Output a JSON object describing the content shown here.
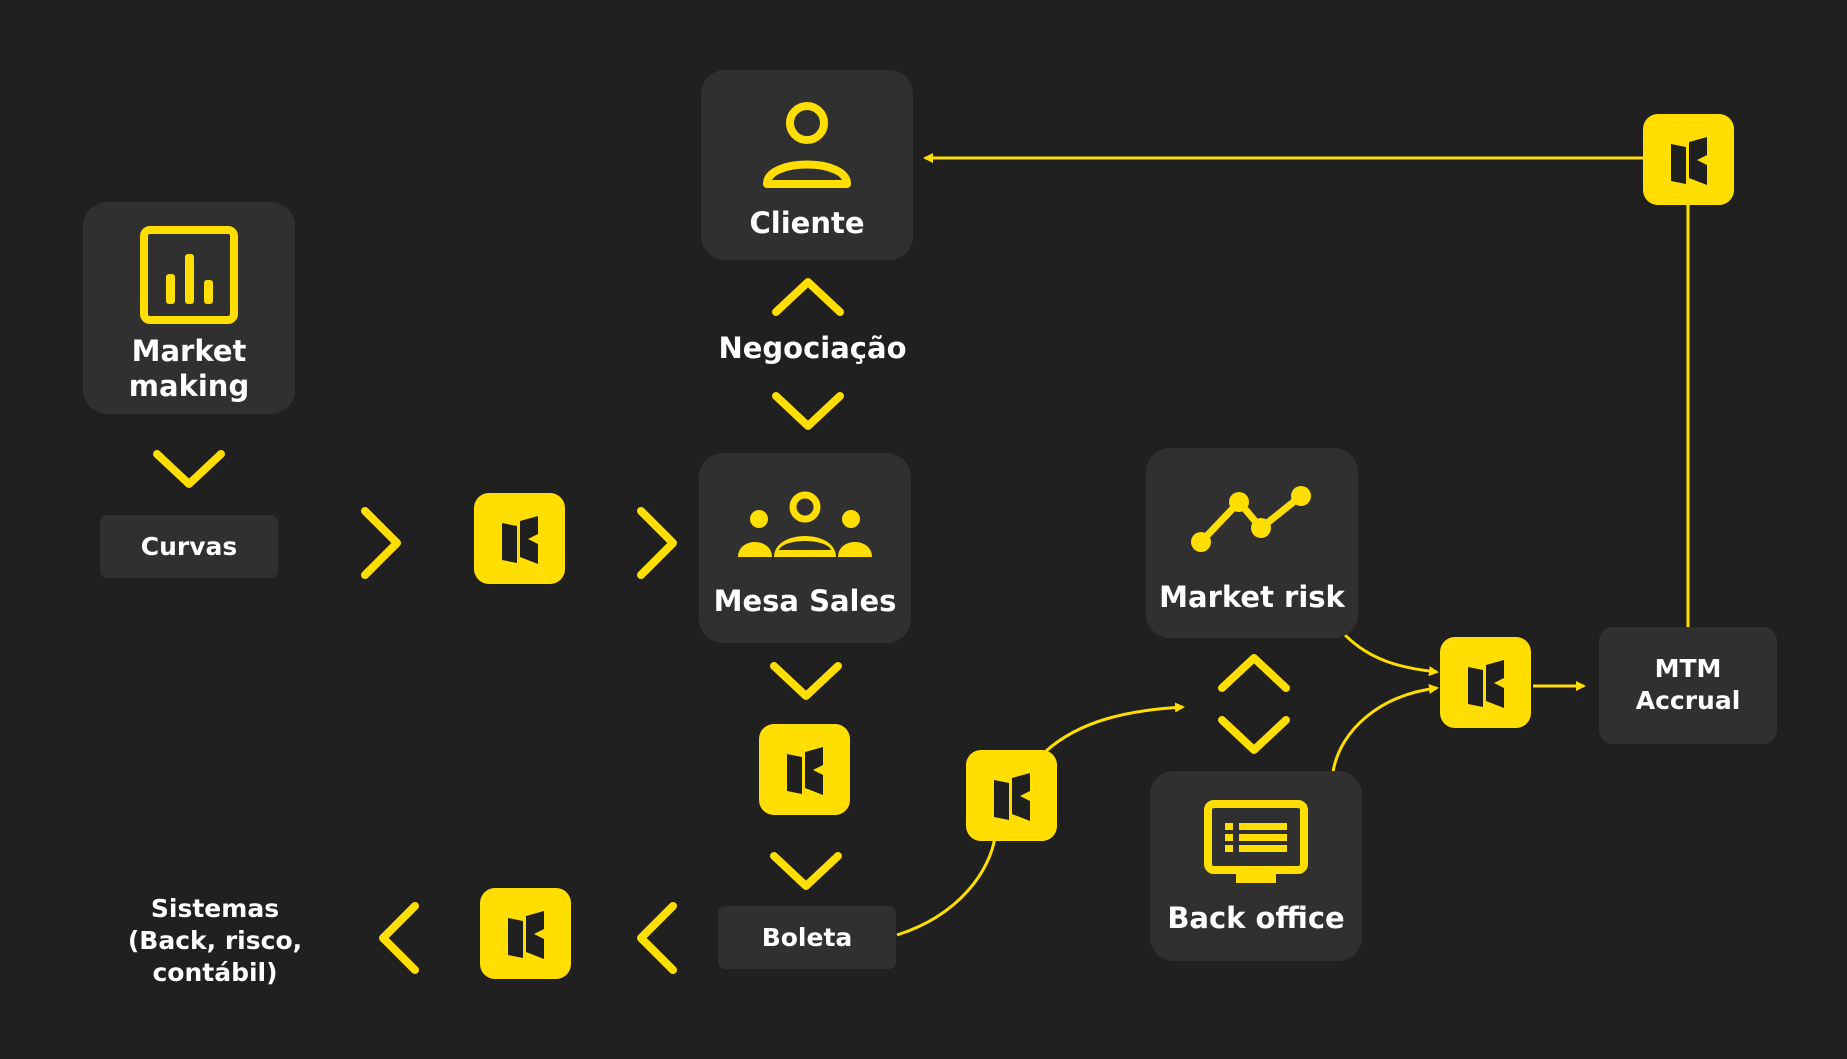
{
  "colors": {
    "background": "#202020",
    "card": "#303030",
    "accent": "#ffde00",
    "text": "#ffffff"
  },
  "nodes": {
    "cliente": {
      "label": "Cliente",
      "icon": "person-icon"
    },
    "negociacao": {
      "label": "Negociação"
    },
    "market_making": {
      "label_line1": "Market",
      "label_line2": "making",
      "icon": "bar-chart-icon"
    },
    "curvas": {
      "label": "Curvas"
    },
    "mesa_sales": {
      "label": "Mesa Sales",
      "icon": "group-icon"
    },
    "market_risk": {
      "label": "Market risk",
      "icon": "line-trend-icon"
    },
    "back_office": {
      "label": "Back office",
      "icon": "monitor-list-icon"
    },
    "mtm": {
      "label_line1": "MTM",
      "label_line2": "Accrual"
    },
    "boleta": {
      "label": "Boleta"
    },
    "sistemas": {
      "line1": "Sistemas",
      "line2": "(Back, risco,",
      "line3": "contábil)"
    }
  },
  "logo_icon": "brand-logo-icon"
}
